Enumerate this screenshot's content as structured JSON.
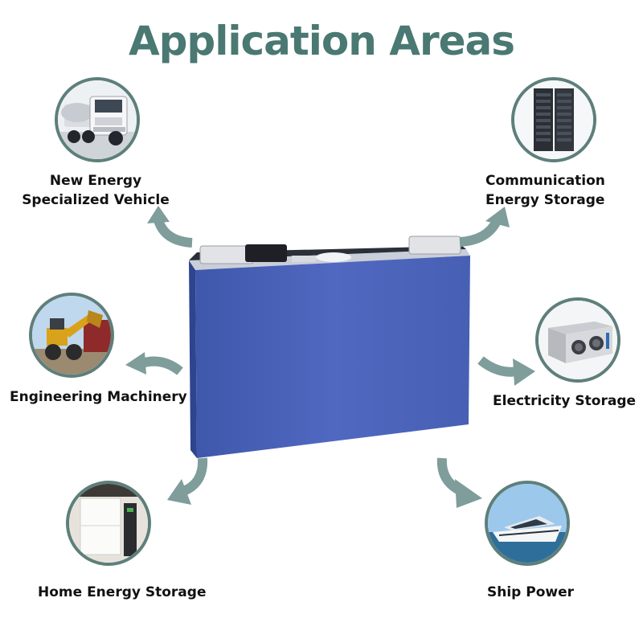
{
  "title": "Application Areas",
  "colors": {
    "title": "#4a7872",
    "arrow": "#7f9d9a",
    "battery": "#4c64b6",
    "circle_border": "#5e7f7b"
  },
  "applications": [
    {
      "label_lines": [
        "New Energy",
        "Specialized Vehicle"
      ],
      "icon": "truck-icon"
    },
    {
      "label_lines": [
        "Communication",
        "Energy Storage"
      ],
      "icon": "server-rack-icon"
    },
    {
      "label_lines": [
        "Engineering Machinery"
      ],
      "icon": "wheel-loader-icon"
    },
    {
      "label_lines": [
        "Electricity Storage"
      ],
      "icon": "power-cabinet-icon"
    },
    {
      "label_lines": [
        "Home Energy Storage"
      ],
      "icon": "home-battery-icon"
    },
    {
      "label_lines": [
        "Ship Power"
      ],
      "icon": "yacht-icon"
    }
  ]
}
